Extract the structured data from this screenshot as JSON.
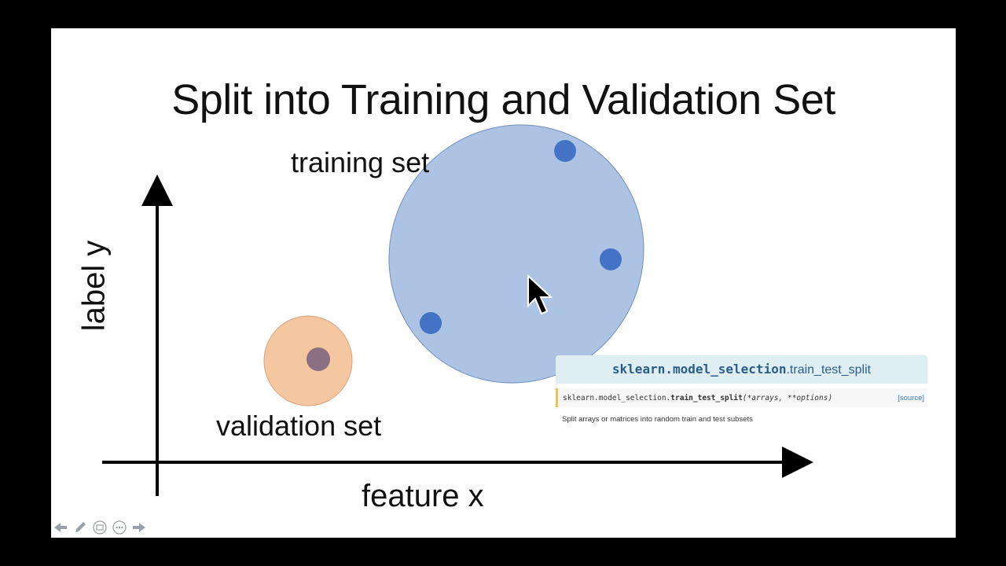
{
  "slide": {
    "title": "Split into Training and Validation Set",
    "training_label": "training set",
    "validation_label": "validation set",
    "x_axis_label": "feature x",
    "y_axis_label": "label y"
  },
  "colors": {
    "training_ellipse": "#adc3e3",
    "training_point": "#4472c4",
    "validation_ellipse": "#f4c7a1",
    "validation_point": "#8b7083"
  },
  "doc_snippet": {
    "module": "sklearn.model_selection",
    "function": ".train_test_split",
    "signature_module": "sklearn.model_selection.",
    "signature_function": "train_test_split",
    "signature_args": "(*arrays, **options)",
    "source_link": "[source]",
    "description": "Split arrays or matrices into random train and test subsets"
  },
  "toolbar": {
    "icons": [
      "arrow-left-icon",
      "pen-icon",
      "slides-icon",
      "more-icon",
      "arrow-right-icon"
    ]
  }
}
